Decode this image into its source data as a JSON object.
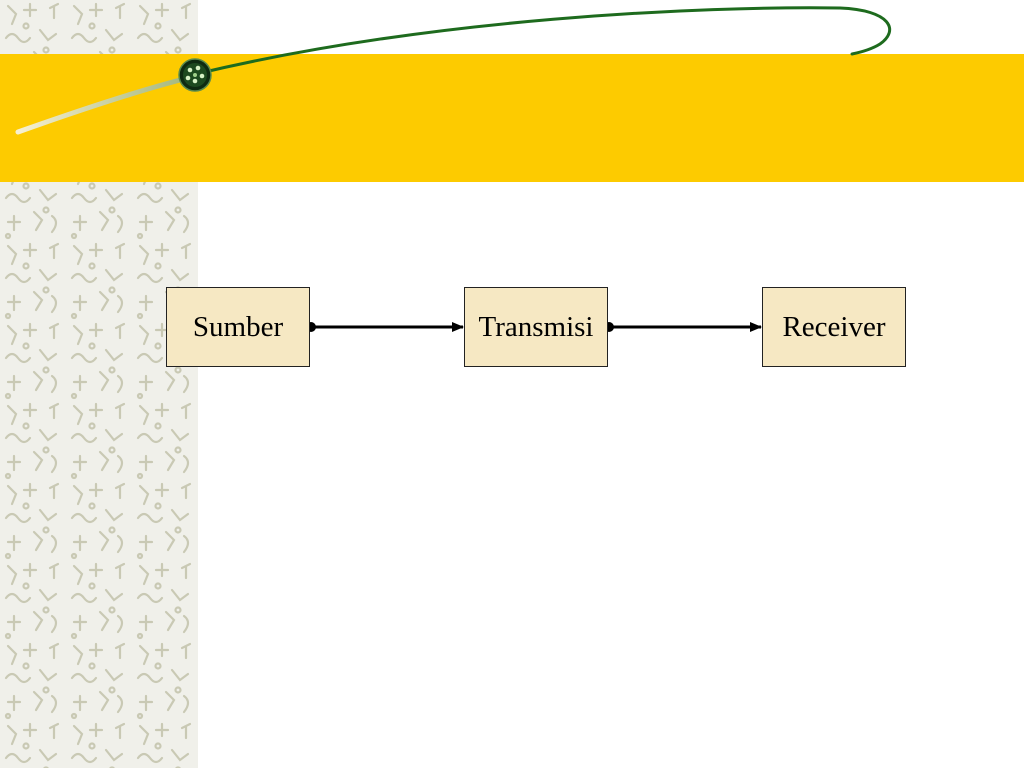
{
  "colors": {
    "band": "#fdcb00",
    "block_fill": "#f6e8c3",
    "block_border": "#222222",
    "pattern_bg": "#f0f0ea",
    "pattern_glyph": "#c9c9b4",
    "curve": "#1e6b1e",
    "arrow": "#000000"
  },
  "decor": {
    "bead_icon": "green-dotted-bead-icon"
  },
  "diagram": {
    "blocks": [
      {
        "id": "source",
        "label": "Sumber"
      },
      {
        "id": "transmission",
        "label": "Transmisi"
      },
      {
        "id": "receiver",
        "label": "Receiver"
      }
    ]
  }
}
